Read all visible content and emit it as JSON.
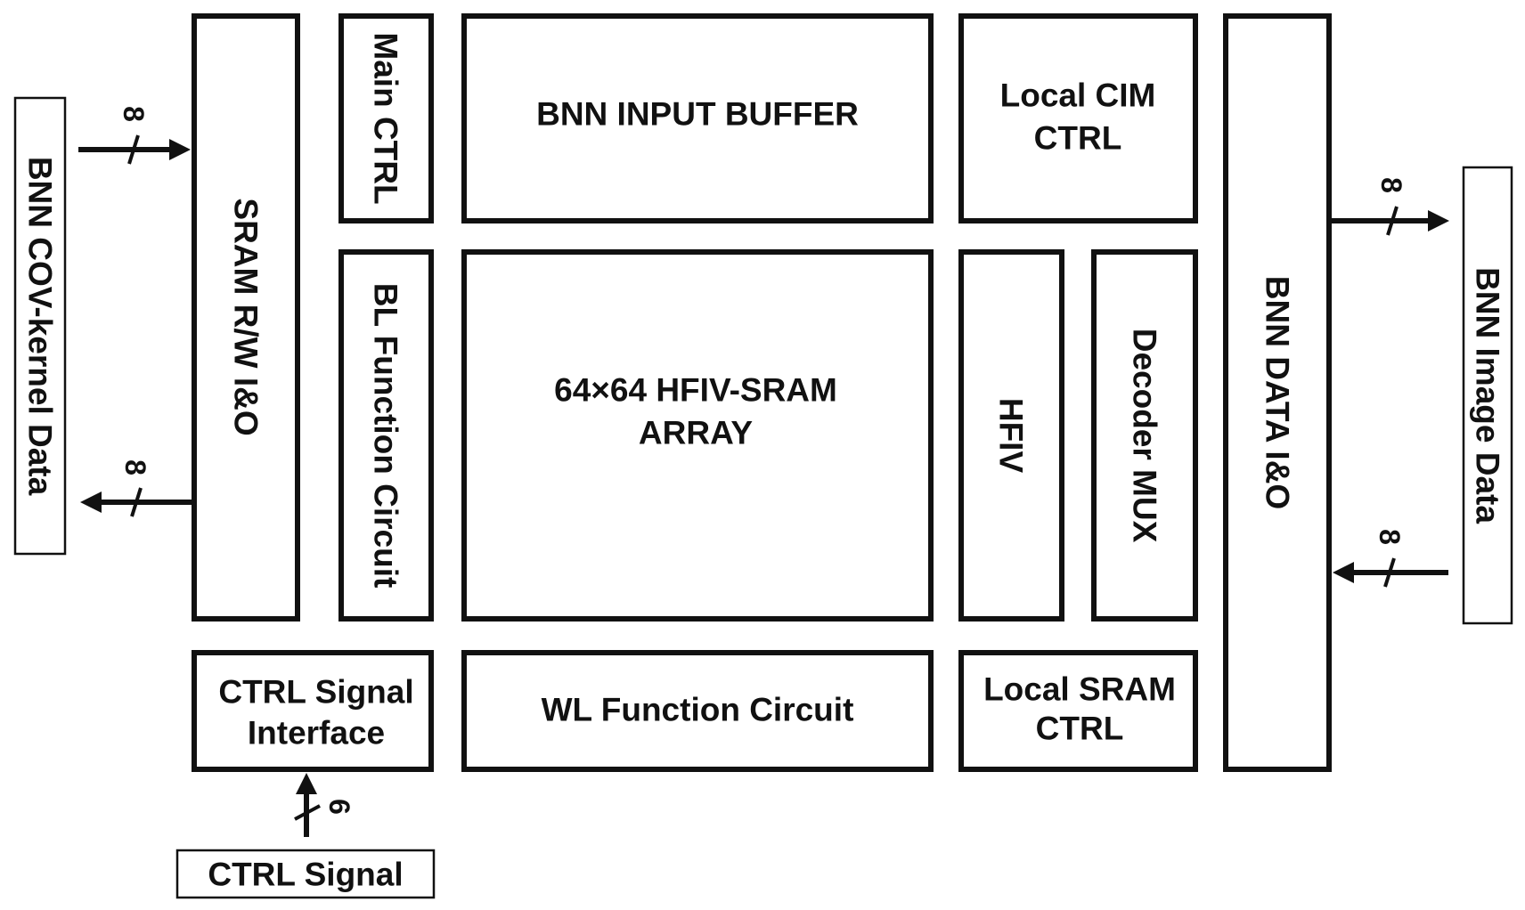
{
  "blocks": {
    "sram_rw_io": "SRAM R/W I&O",
    "main_ctrl": "Main CTRL",
    "bnn_input_buffer": "BNN INPUT BUFFER",
    "local_cim_ctrl": [
      "Local CIM",
      "CTRL"
    ],
    "bnn_data_io": "BNN DATA I&O",
    "bl_function_circuit": "BL Function Circuit",
    "hfiv_sram_array": [
      "64×64 HFIV-SRAM",
      "ARRAY"
    ],
    "hfiv": "HFIV",
    "decoder_mux": "Decoder MUX",
    "ctrl_signal_interface": [
      "CTRL Signal",
      "Interface"
    ],
    "wl_function_circuit": "WL Function Circuit",
    "local_sram_ctrl": [
      "Local SRAM",
      "CTRL"
    ]
  },
  "external": {
    "cov_kernel_data": "BNN COV-kernel Data",
    "image_data": "BNN Image Data",
    "ctrl_signal": "CTRL Signal"
  },
  "buses": {
    "left_in_width": "8",
    "left_out_width": "8",
    "right_out_width": "8",
    "right_in_width": "8",
    "ctrl_width": "6"
  }
}
